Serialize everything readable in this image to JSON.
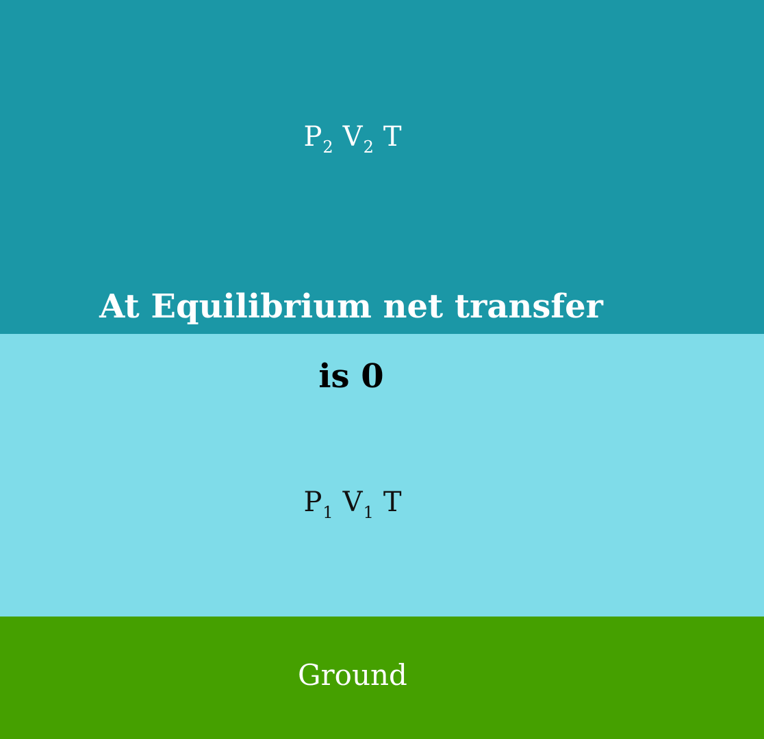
{
  "colors": {
    "upper_layer": "#1b97a6",
    "lower_layer": "#7fdce9",
    "ground": "#45a000"
  },
  "upper_state": {
    "p": "P",
    "p_sub": "2",
    "v": "V",
    "v_sub": "2",
    "t": "T"
  },
  "headline": {
    "line1": "At Equilibrium net transfer",
    "line2": "is 0"
  },
  "lower_state": {
    "p": "P",
    "p_sub": "1",
    "v": "V",
    "v_sub": "1",
    "t": "T"
  },
  "ground": {
    "label": "Ground"
  }
}
